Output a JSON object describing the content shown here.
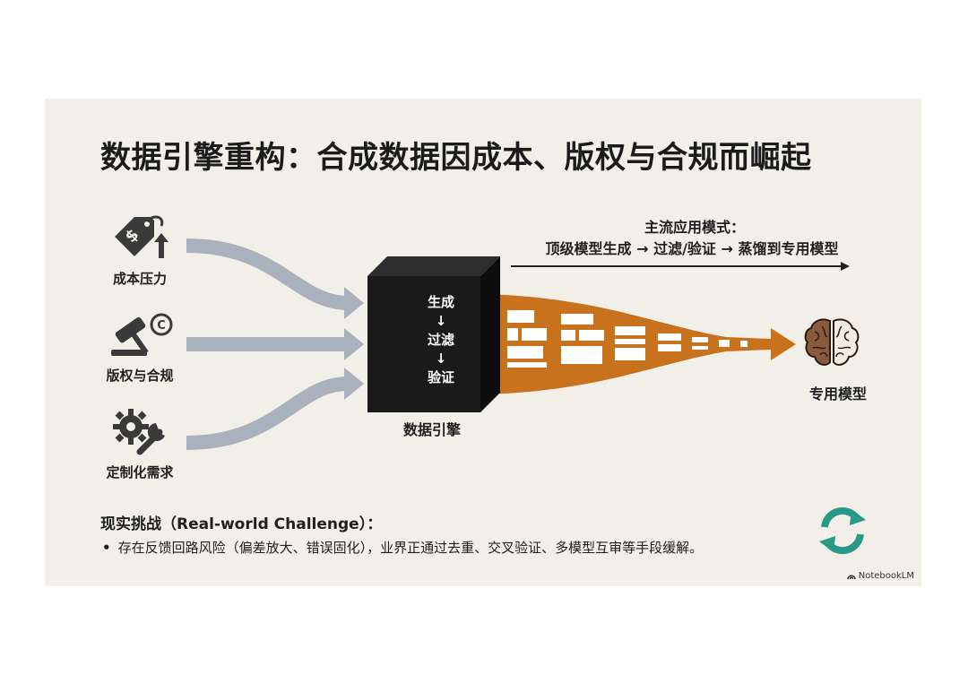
{
  "title": "数据引擎重构：合成数据因成本、版权与合规而崛起",
  "inputs": [
    {
      "label": "成本压力",
      "icon": "price-tag-dollar-up-icon"
    },
    {
      "label": "版权与合规",
      "icon": "gavel-copyright-icon"
    },
    {
      "label": "定制化需求",
      "icon": "gear-wrench-icon"
    }
  ],
  "engine": {
    "steps": [
      "生成",
      "过滤",
      "验证"
    ],
    "arrow": "↓",
    "label": "数据引擎"
  },
  "mode": {
    "heading": "主流应用模式：",
    "flow": "顶级模型生成 → 过滤/验证 → 蒸馏到专用模型"
  },
  "output": {
    "label": "专用模型",
    "icon": "brain-icon"
  },
  "challenge": {
    "heading": "现实挑战（Real-world Challenge）：",
    "bullet": "•",
    "text": "存在反馈回路风险（偏差放大、错误固化），业界正通过去重、交叉验证、多模型互审等手段缓解。",
    "icon": "refresh-cycle-icon"
  },
  "watermark": "NotebookLM",
  "colors": {
    "background": "#f1efe8",
    "flow_arrows": "#a8b1bc",
    "engine": "#1a1a1a",
    "funnel": "#c8721e",
    "cycle": "#2a9a88"
  }
}
